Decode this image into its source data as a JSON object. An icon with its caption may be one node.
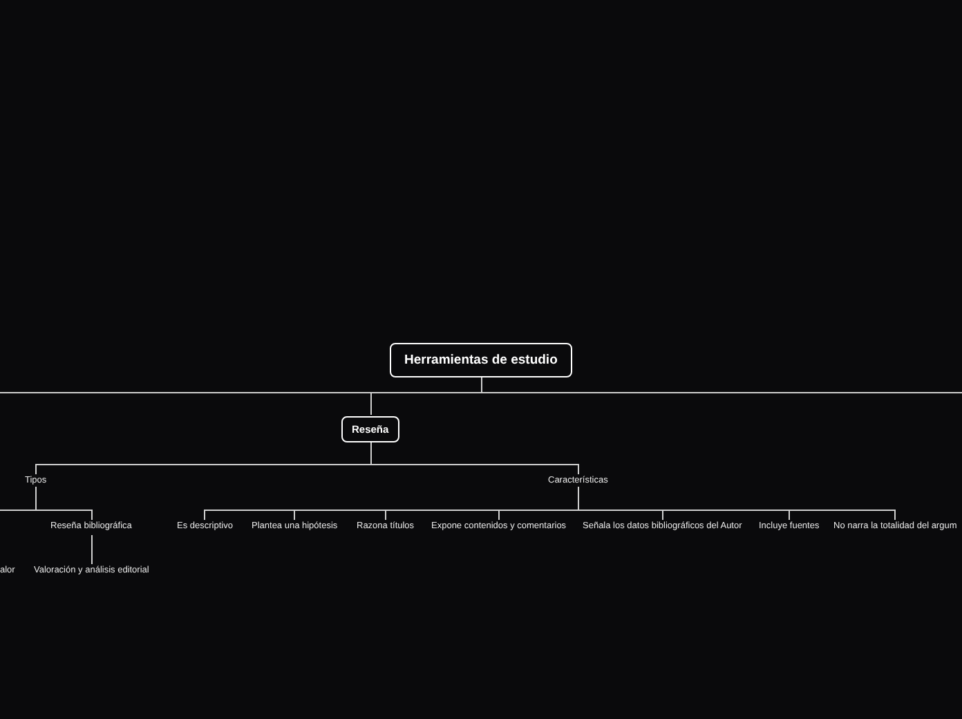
{
  "diagram": {
    "nodes": [
      {
        "text": [
          "Herramientas de estudio"
        ]
      },
      {
        "text": [
          "Reseña"
        ]
      },
      {
        "text": [
          "Tipos"
        ]
      },
      {
        "text": [
          "Características"
        ]
      },
      {
        "text": [
          "Reseña bibliográfica"
        ]
      },
      {
        "text": [
          "alor"
        ]
      },
      {
        "text": [
          "Valoración y análisis editorial"
        ]
      },
      {
        "text": [
          "Es descriptivo"
        ]
      },
      {
        "text": [
          "Plantea una hipótesis"
        ]
      },
      {
        "text": [
          "Razona títulos"
        ]
      },
      {
        "text": [
          "Expone contenidos y comentarios"
        ]
      },
      {
        "text": [
          "Señala los datos bibliográficos del Autor"
        ]
      },
      {
        "text": [
          "Incluye fuentes"
        ]
      },
      {
        "text": [
          "No narra la totalidad del argum"
        ]
      }
    ],
    "edges": [
      {
        "from": 0,
        "to": 1,
        "arrow": "none"
      },
      {
        "from": 0,
        "to": null,
        "arrow": "none"
      },
      {
        "from": 0,
        "to": null,
        "arrow": "none"
      },
      {
        "from": 1,
        "to": 2,
        "arrow": "none"
      },
      {
        "from": 1,
        "to": 3,
        "arrow": "none"
      },
      {
        "from": 2,
        "to": 4,
        "arrow": "none"
      },
      {
        "from": 2,
        "to": null,
        "arrow": "none"
      },
      {
        "from": 4,
        "to": 6,
        "arrow": "none"
      },
      {
        "from": 3,
        "to": 7,
        "arrow": "none"
      },
      {
        "from": 3,
        "to": 8,
        "arrow": "none"
      },
      {
        "from": 3,
        "to": 9,
        "arrow": "none"
      },
      {
        "from": 3,
        "to": 10,
        "arrow": "none"
      },
      {
        "from": 3,
        "to": 11,
        "arrow": "none"
      },
      {
        "from": 3,
        "to": 12,
        "arrow": "none"
      },
      {
        "from": 3,
        "to": 13,
        "arrow": "none"
      }
    ]
  }
}
